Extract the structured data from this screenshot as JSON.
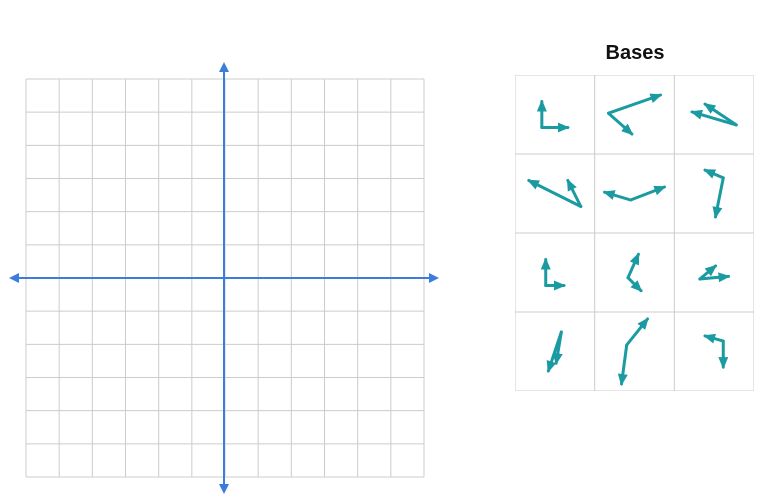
{
  "bases": {
    "title": "Bases",
    "arrow_color": "#1a9aa1",
    "grid_color": "#cccccc",
    "cells": [
      {
        "name": "basis-r1c1",
        "vectors": [
          [
            1,
            0
          ],
          [
            0,
            1
          ]
        ]
      },
      {
        "name": "basis-r1c2",
        "vectors": [
          [
            2,
            0.7
          ],
          [
            0.9,
            -0.8
          ]
        ]
      },
      {
        "name": "basis-r1c3",
        "vectors": [
          [
            -1.7,
            0.5
          ],
          [
            -1.2,
            0.8
          ]
        ]
      },
      {
        "name": "basis-r2c1",
        "vectors": [
          [
            -2,
            1
          ],
          [
            -0.5,
            1
          ]
        ]
      },
      {
        "name": "basis-r2c2",
        "vectors": [
          [
            -1,
            0.3
          ],
          [
            1.3,
            0.5
          ]
        ]
      },
      {
        "name": "basis-r2c3",
        "vectors": [
          [
            -0.7,
            0.3
          ],
          [
            -0.3,
            -1.5
          ]
        ]
      },
      {
        "name": "basis-r3c1",
        "vectors": [
          [
            0,
            1
          ],
          [
            0.7,
            0
          ]
        ]
      },
      {
        "name": "basis-r3c2",
        "vectors": [
          [
            0.4,
            0.9
          ],
          [
            0.5,
            -0.5
          ]
        ]
      },
      {
        "name": "basis-r3c3",
        "vectors": [
          [
            1.1,
            0.1
          ],
          [
            0.6,
            0.5
          ]
        ]
      },
      {
        "name": "basis-r4c1",
        "vectors": [
          [
            -0.5,
            -1.5
          ],
          [
            -0.2,
            -1.2
          ]
        ]
      },
      {
        "name": "basis-r4c2",
        "vectors": [
          [
            0.8,
            1
          ],
          [
            -0.2,
            -1.5
          ]
        ]
      },
      {
        "name": "basis-r4c3",
        "vectors": [
          [
            -0.7,
            0.2
          ],
          [
            0,
            -1
          ]
        ]
      }
    ]
  },
  "plane": {
    "axis_color": "#3b7ddd",
    "grid_color": "#cccccc",
    "columns": 12,
    "rows": 12
  }
}
